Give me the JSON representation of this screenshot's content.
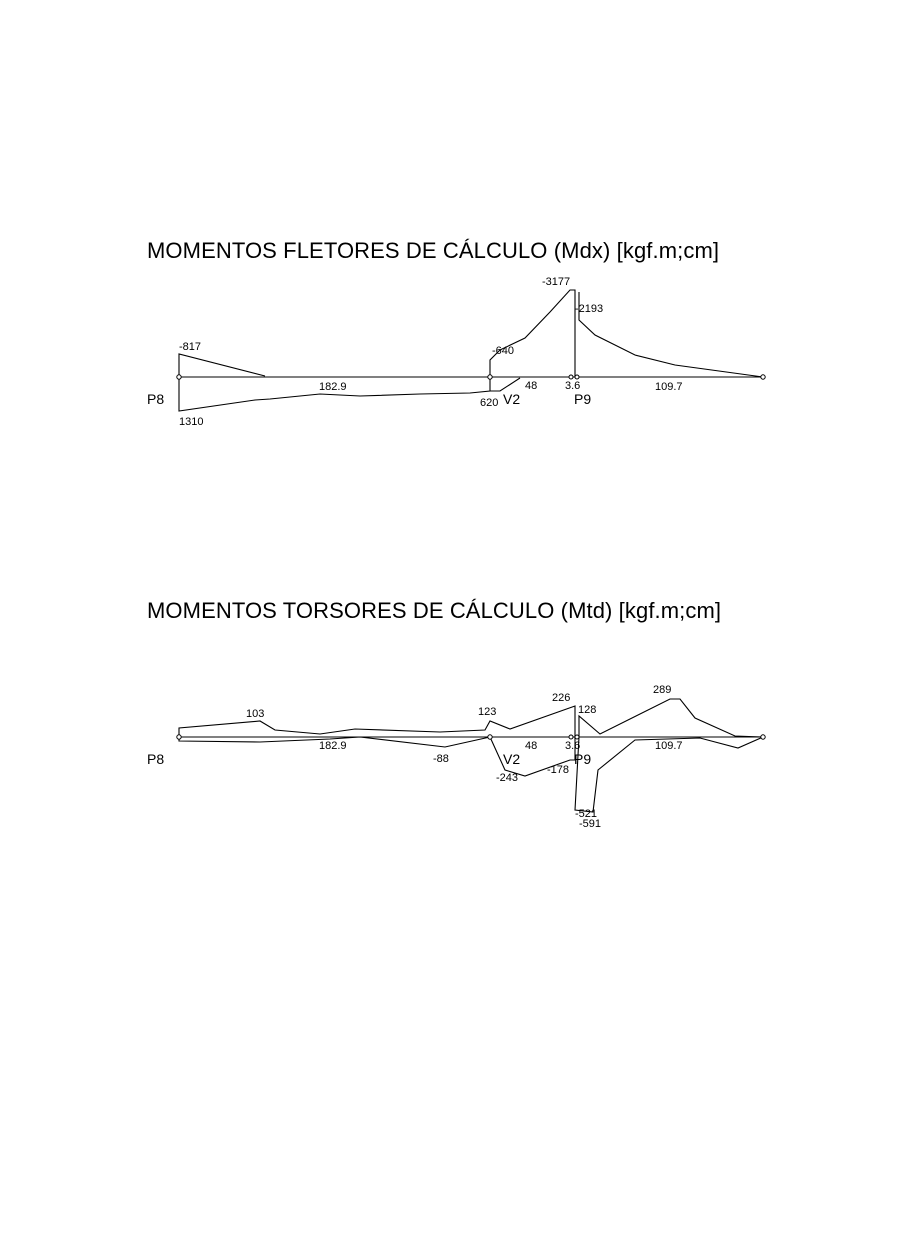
{
  "mdx": {
    "title": "MOMENTOS FLETORES DE CÁLCULO (Mdx) [kgf.m;cm]",
    "values": {
      "left_top": "-817",
      "left_bottom": "1310",
      "v2_top": "-640",
      "v2_bottom": "620",
      "peak_left": "-3177",
      "peak_right": "-2193"
    },
    "spans": {
      "s1": "182.9",
      "s2": "48",
      "s3": "3.6",
      "s4": "109.7"
    },
    "nodes": {
      "p8": "P8",
      "v2": "V2",
      "p9": "P9"
    }
  },
  "mtd": {
    "title": "MOMENTOS TORSORES DE CÁLCULO (Mtd) [kgf.m;cm]",
    "values": {
      "v103": "103",
      "v123": "123",
      "v226": "226",
      "v128": "128",
      "v289": "289",
      "vm88": "-88",
      "vm243": "-243",
      "vm178": "-178",
      "vm521": "-521",
      "vm591": "-591"
    },
    "spans": {
      "s1": "182.9",
      "s2": "48",
      "s3": "3.6",
      "s4": "109.7"
    },
    "nodes": {
      "p8": "P8",
      "v2": "V2",
      "p9": "P9"
    }
  }
}
